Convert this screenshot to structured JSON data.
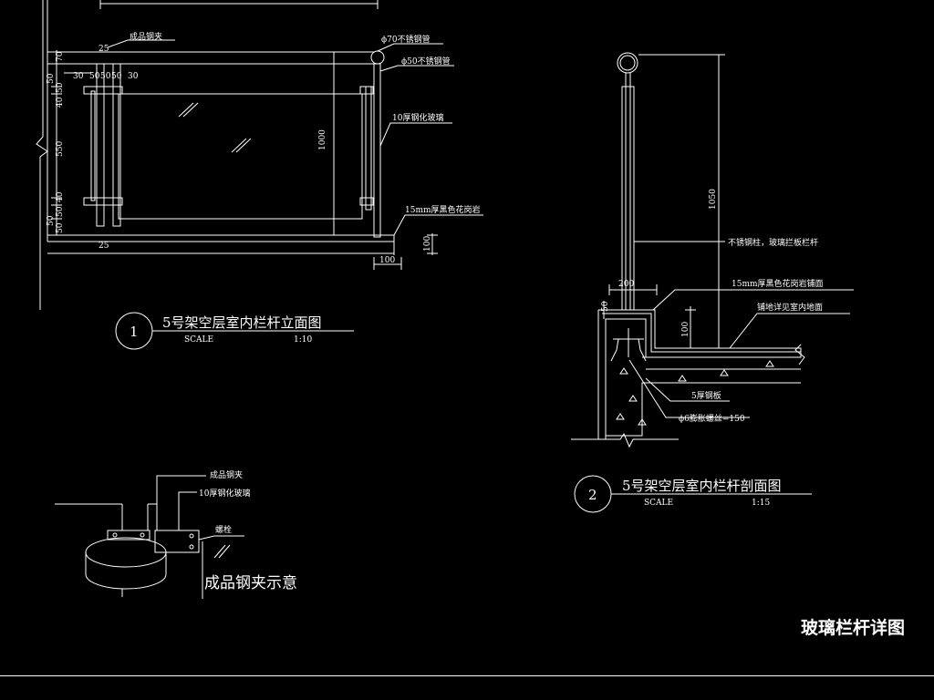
{
  "sheet_title": "玻璃栏杆详图",
  "detail1": {
    "number": "1",
    "title": "5号架空层室内栏杆立面图",
    "scale_label": "SCALE",
    "scale": "1:10",
    "labels": {
      "clamp": "成品钢夹",
      "rail_top": "ϕ70不锈钢管",
      "rail_post": "ϕ50不锈钢管",
      "glass": "10厚钢化玻璃",
      "granite": "15mm厚黑色花岗岩"
    },
    "dims": {
      "left_50a": "50",
      "left_50b": "50",
      "left_40a": "40",
      "left_550": "550",
      "left_40b": "40",
      "left_50c": "50",
      "left_50d": "50",
      "left_50e": "50",
      "top_70": "70",
      "top_50": "50",
      "top_25": "25",
      "row_30a": "30",
      "row_50a": "50",
      "row_60": "50",
      "row_50b": "50",
      "row_30b": "30",
      "bottom_25": "25",
      "height_1000": "1000",
      "base_100": "100",
      "foot_100": "100"
    }
  },
  "detail2": {
    "number": "2",
    "title": "5号架空层室内栏杆剖面图",
    "scale_label": "SCALE",
    "scale": "1:15",
    "labels": {
      "post": "不锈钢柱，玻璃拦板栏杆",
      "granite": "15mm厚黑色花岗岩铺面",
      "floor": "铺地详见室内地面",
      "plate": "5厚钢板",
      "bolt": "ϕ6膨胀螺丝=150"
    },
    "dims": {
      "h_1050": "1050",
      "w_200": "200",
      "d_50": "50",
      "d_100": "100"
    }
  },
  "detail3": {
    "title": "成品钢夹示意",
    "labels": {
      "clamp": "成品钢夹",
      "glass": "10厚钢化玻璃",
      "bolt": "螺栓"
    }
  }
}
